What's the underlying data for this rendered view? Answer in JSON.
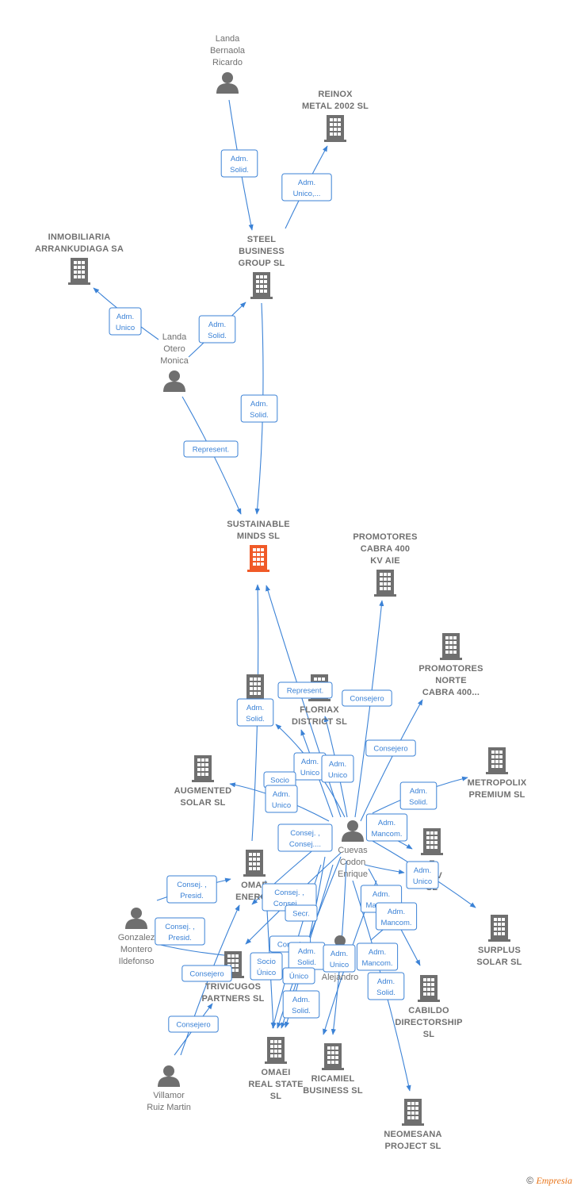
{
  "colors": {
    "edge": "#3b82d6",
    "node": "#6f6f6f",
    "main_node": "#f05a28"
  },
  "nodes": [
    {
      "id": "landa_bernaola",
      "type": "person",
      "label": [
        "Landa",
        "Bernaola",
        "Ricardo"
      ]
    },
    {
      "id": "reinox",
      "type": "company",
      "label": [
        "REINOX",
        "METAL 2002 SL"
      ]
    },
    {
      "id": "inmobiliaria",
      "type": "company",
      "label": [
        "INMOBILIARIA",
        "ARRANKUDIAGA SA"
      ]
    },
    {
      "id": "steel",
      "type": "company",
      "label": [
        "STEEL",
        "BUSINESS",
        "GROUP  SL"
      ]
    },
    {
      "id": "landa_otero",
      "type": "person",
      "label": [
        "Landa",
        "Otero",
        "Monica"
      ]
    },
    {
      "id": "sustainable",
      "type": "company",
      "main": true,
      "label": [
        "SUSTAINABLE",
        "MINDS  SL"
      ]
    },
    {
      "id": "promotores_cabra",
      "type": "company",
      "label": [
        "PROMOTORES",
        "CABRA 400",
        "KV AIE"
      ]
    },
    {
      "id": "promotores_norte",
      "type": "company",
      "label": [
        "PROMOTORES",
        "NORTE",
        "CABRA 400..."
      ]
    },
    {
      "id": "in_so",
      "type": "company",
      "label": [
        "IN     E",
        "SO"
      ]
    },
    {
      "id": "floriax",
      "type": "company",
      "label": [
        "FLORIAX",
        "DISTRICT  SL"
      ]
    },
    {
      "id": "augmented",
      "type": "company",
      "label": [
        "AUGMENTED",
        "SOLAR  SL"
      ]
    },
    {
      "id": "metropolix",
      "type": "company",
      "label": [
        "METROPOLIX",
        "PREMIUM  SL"
      ]
    },
    {
      "id": "cuevas",
      "type": "person",
      "label": [
        "Cuevas",
        "Codon",
        "Enrique"
      ]
    },
    {
      "id": "e_pv",
      "type": "company",
      "label": [
        "E",
        "PV V",
        "SL"
      ]
    },
    {
      "id": "omaei_energy",
      "type": "company",
      "label": [
        "OMAE",
        "ENERGY"
      ]
    },
    {
      "id": "gonzalez",
      "type": "person",
      "label": [
        "Gonzalez",
        "Montero",
        "Ildefonso"
      ]
    },
    {
      "id": "surplus",
      "type": "company",
      "label": [
        "SURPLUS",
        "SOLAR  SL"
      ]
    },
    {
      "id": "trivicugos",
      "type": "company",
      "label": [
        "TRIVICUGOS",
        "PARTNERS  SL"
      ]
    },
    {
      "id": "alvarez",
      "type": "person",
      "label": [
        "Alvarez",
        "Alejandro"
      ]
    },
    {
      "id": "cabildo",
      "type": "company",
      "label": [
        "CABILDO",
        "DIRECTORSHIP",
        "SL"
      ]
    },
    {
      "id": "villamor",
      "type": "person",
      "label": [
        "Villamor",
        "Ruiz Martin"
      ]
    },
    {
      "id": "omaei_real",
      "type": "company",
      "label": [
        "OMAEI",
        "REAL STATE",
        "SL"
      ]
    },
    {
      "id": "ricamiel",
      "type": "company",
      "label": [
        "RICAMIEL",
        "BUSINESS  SL"
      ]
    },
    {
      "id": "neomesana",
      "type": "company",
      "label": [
        "NEOMESANA",
        "PROJECT  SL"
      ]
    }
  ],
  "edge_labels": [
    [
      "Adm.",
      "Solid."
    ],
    [
      "Adm.",
      "Unico,..."
    ],
    [
      "Adm.",
      "Unico"
    ],
    [
      "Adm.",
      "Solid."
    ],
    [
      "Adm.",
      "Solid."
    ],
    [
      "Represent."
    ],
    [
      "Represent."
    ],
    [
      "Adm.",
      "Solid."
    ],
    [
      "Consejero"
    ],
    [
      "Consejero"
    ],
    [
      "Adm.",
      "Unico"
    ],
    [
      "Adm.",
      "Unico"
    ],
    [
      "Socio"
    ],
    [
      "Adm.",
      "Unico"
    ],
    [
      "Adm.",
      "Solid."
    ],
    [
      "Adm.",
      "Mancom."
    ],
    [
      "Consej. ,",
      "Consej...."
    ],
    [
      "Adm.",
      "Unico"
    ],
    [
      "Consej. ,",
      "Presid."
    ],
    [
      "Adm.",
      "Mancom."
    ],
    [
      "Consej. ,",
      "Consej...."
    ],
    [
      "Secr."
    ],
    [
      "Adm.",
      "Mancom."
    ],
    [
      "Consej. ,",
      "Presid."
    ],
    [
      "Consej."
    ],
    [
      "Adm.",
      "Solid."
    ],
    [
      "Consejero"
    ],
    [
      "Socio",
      "Único"
    ],
    [
      "Adm.",
      "Unico"
    ],
    [
      "Adm.",
      "Mancom."
    ],
    [
      "Único"
    ],
    [
      "Adm.",
      "Solid."
    ],
    [
      "Adm.",
      "Solid."
    ],
    [
      "Consejero"
    ]
  ],
  "copyright": {
    "symbol": "©",
    "brand": "Empresia"
  }
}
